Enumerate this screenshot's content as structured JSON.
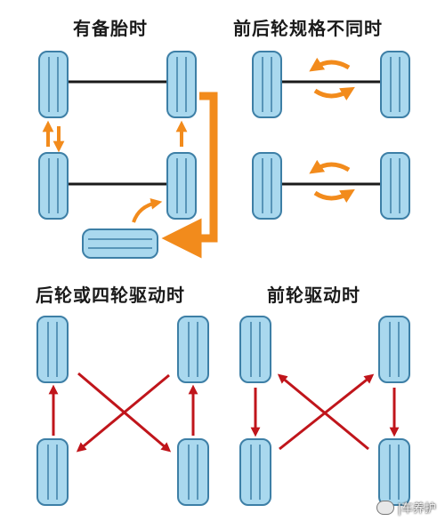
{
  "panels": {
    "spare": {
      "title": "有备胎时"
    },
    "different_size": {
      "title": "前后轮规格不同时"
    },
    "rear_or_4wd": {
      "title": "后轮或四轮驱动时"
    },
    "front_drive": {
      "title": "前轮驱动时"
    }
  },
  "watermark": {
    "text": "|车养护"
  },
  "colors": {
    "tire_fill": "#a9d8ee",
    "tire_stroke": "#3d7fa6",
    "axle": "#1a1a1a",
    "orange_arrow": "#f28b1c",
    "red_arrow": "#c0151b",
    "title_text": "#1a1a1a"
  }
}
